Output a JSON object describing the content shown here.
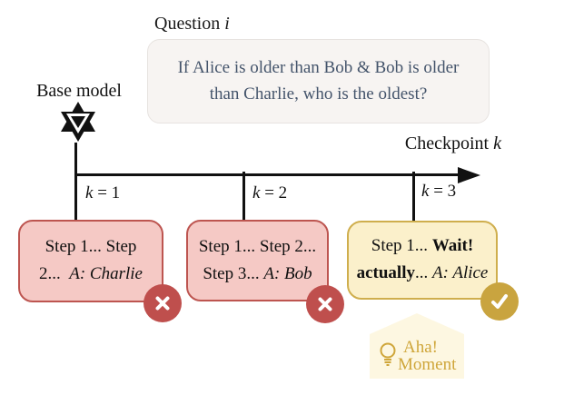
{
  "question": {
    "label_word": "Question",
    "label_var": "i",
    "line1": "If Alice is older than Bob & Bob is older",
    "line2": "than Charlie, who is the oldest?"
  },
  "base_model": {
    "label": "Base model",
    "logo_icon": "model-logo-icon"
  },
  "timeline": {
    "axis_word": "Checkpoint",
    "axis_var": "k",
    "ticks": [
      {
        "var": "k",
        "eq": "= 1"
      },
      {
        "var": "k",
        "eq": "= 2"
      },
      {
        "var": "k",
        "eq": "= 3"
      }
    ]
  },
  "boxes": [
    {
      "line1": "Step 1... Step",
      "line2_plain": "2...  ",
      "line2_italic": "A: Charlie",
      "badge_icon": "cross-icon"
    },
    {
      "line1": "Step 1... Step 2...",
      "line2_plain": "Step 3... ",
      "line2_italic": "A: Bob",
      "badge_icon": "cross-icon"
    },
    {
      "line1_plain": "Step 1... ",
      "line1_bold": "Wait!",
      "line2_bold": "actually",
      "line2_plain": "... ",
      "line2_italic": "A: Alice",
      "badge_icon": "check-icon"
    }
  ],
  "aha": {
    "line1": "Aha!",
    "line2": "Moment",
    "icon": "lightbulb-icon"
  },
  "colors": {
    "incorrect_box_bg": "#f5c9c5",
    "incorrect_box_border": "#bd5550",
    "incorrect_badge": "#bf4f4d",
    "correct_box_bg": "#fbf0cb",
    "correct_box_border": "#cfae4d",
    "correct_badge": "#c9a43f",
    "question_box_bg": "#f7f4f2",
    "question_text": "#44546b",
    "aha_bg": "#fdf7e1",
    "aha_text": "#cfa63a",
    "line_color": "#111111"
  }
}
